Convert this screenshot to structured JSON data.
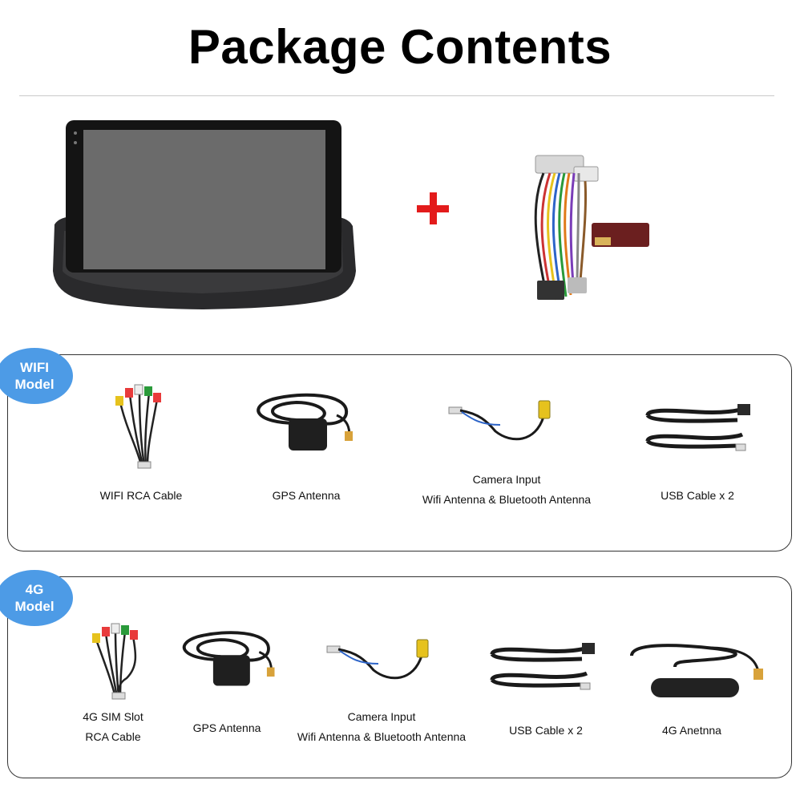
{
  "header": {
    "title": "Package Contents"
  },
  "hero": {
    "plus_icon": "plus-icon",
    "plus_color": "#e31b1b"
  },
  "wifi_model": {
    "badge": [
      "WIFI",
      "Model"
    ],
    "badge_color": "#4d9be6",
    "items": [
      {
        "caption": [
          "WIFI RCA Cable"
        ],
        "icon": "rca-cable-icon"
      },
      {
        "caption": [
          "GPS Antenna"
        ],
        "icon": "gps-antenna-icon"
      },
      {
        "caption": [
          "Camera Input",
          "Wifi Antenna & Bluetooth Antenna"
        ],
        "icon": "camera-input-cable-icon"
      },
      {
        "caption": [
          "USB Cable x 2"
        ],
        "icon": "usb-cable-icon"
      }
    ]
  },
  "model_4g": {
    "badge": [
      "4G",
      "Model"
    ],
    "badge_color": "#4d9be6",
    "items": [
      {
        "caption": [
          "4G SIM Slot",
          "RCA Cable"
        ],
        "icon": "rca-cable-icon"
      },
      {
        "caption": [
          "GPS Antenna"
        ],
        "icon": "gps-antenna-icon"
      },
      {
        "caption": [
          "Camera Input",
          "Wifi Antenna & Bluetooth Antenna"
        ],
        "icon": "camera-input-cable-icon"
      },
      {
        "caption": [
          "USB Cable x 2"
        ],
        "icon": "usb-cable-icon"
      },
      {
        "caption": [
          "4G Anetnna"
        ],
        "icon": "4g-antenna-icon"
      }
    ]
  }
}
